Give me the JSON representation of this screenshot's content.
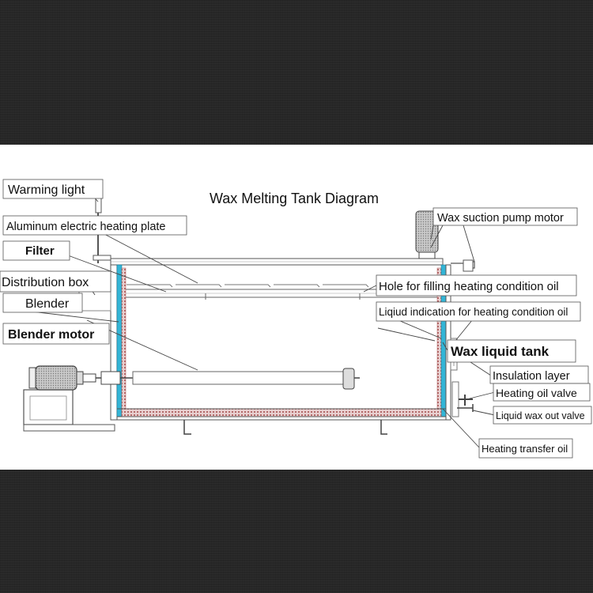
{
  "title": "Wax Melting Tank Diagram",
  "labels": {
    "warming_light": "Warming light",
    "aluminum_heating_plate": "Aluminum electric heating plate",
    "filter": "Filter",
    "distribution_box": "Distribution box",
    "blender": "Blender",
    "blender_motor": "Blender motor",
    "wax_suction_pump_motor": "Wax suction pump motor",
    "hole_filling_oil": "Hole for filling heating condition oil",
    "liquid_indication": "Liqiud indication for heating condition oil",
    "wax_liquid_tank": "Wax liquid tank",
    "insulation_layer": "Insulation layer",
    "heating_oil_valve": "Heating oil valve",
    "liquid_wax_out_valve": "Liquid wax out valve",
    "heating_transfer_oil": "Heating transfer oil"
  },
  "colors": {
    "insulation": "#33b5d6",
    "oil_layer": "#c87f7f",
    "leader_line": "#444444",
    "background": "#272727"
  }
}
